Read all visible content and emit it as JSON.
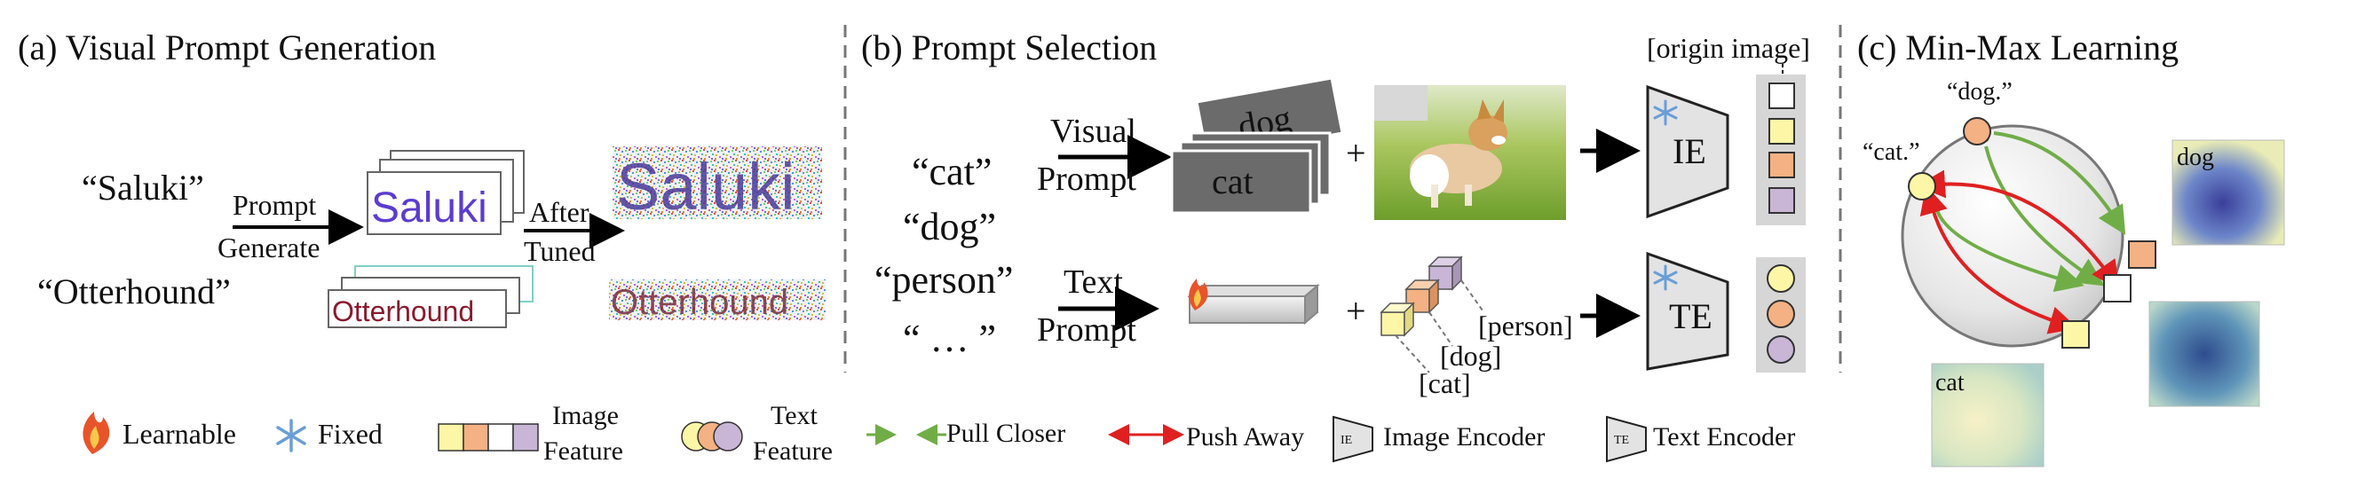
{
  "panels": {
    "a_title": "(a) Visual Prompt Generation",
    "b_title": "(b) Prompt Selection",
    "c_title": "(c) Min-Max Learning"
  },
  "panel_a": {
    "word_saluki": "“Saluki”",
    "word_otterhound": "“Otterhound”",
    "arrow1_line1": "Prompt",
    "arrow1_line2": "Generate",
    "arrow2_line1": "After",
    "arrow2_line2": "Tuned",
    "card_saluki": "Saluki",
    "card_otterhound": "Otterhound",
    "noisy_saluki": "Saluki",
    "noisy_otterhound": "Otterhound"
  },
  "panel_b": {
    "classes": [
      "“cat”",
      "“dog”",
      "“person”",
      "“ … ”"
    ],
    "visual_label_1": "Visual",
    "visual_label_2": "Prompt",
    "text_label_1": "Text",
    "text_label_2": "Prompt",
    "card_dog": "dog",
    "card_cat": "cat",
    "plus": "+",
    "origin_image": "[origin image]",
    "ie_label": "IE",
    "te_label": "TE",
    "tag_person": "[person]",
    "tag_dog": "[dog]",
    "tag_cat": "[cat]",
    "image_feature_colors": [
      "#ffffff",
      "#fdf6a6",
      "#f4b183",
      "#c9b6d6"
    ],
    "text_feature_colors": [
      "#fdf6a6",
      "#f4b183",
      "#c9b6d6"
    ]
  },
  "panel_c": {
    "label_dog_quote": "“dog.”",
    "label_cat_quote": "“cat.”",
    "heatmap_dog": "dog",
    "heatmap_cat": "cat",
    "pull_color": "#70ad47",
    "push_color": "#e02020"
  },
  "legend": {
    "learnable": "Learnable",
    "fixed": "Fixed",
    "image_feature_1": "Image",
    "image_feature_2": "Feature",
    "text_feature_1": "Text",
    "text_feature_2": "Feature",
    "pull_closer": "Pull Closer",
    "push_away": "Push Away",
    "image_encoder": "Image Encoder",
    "text_encoder": "Text Encoder",
    "ie_icon": "IE",
    "te_icon": "TE"
  }
}
